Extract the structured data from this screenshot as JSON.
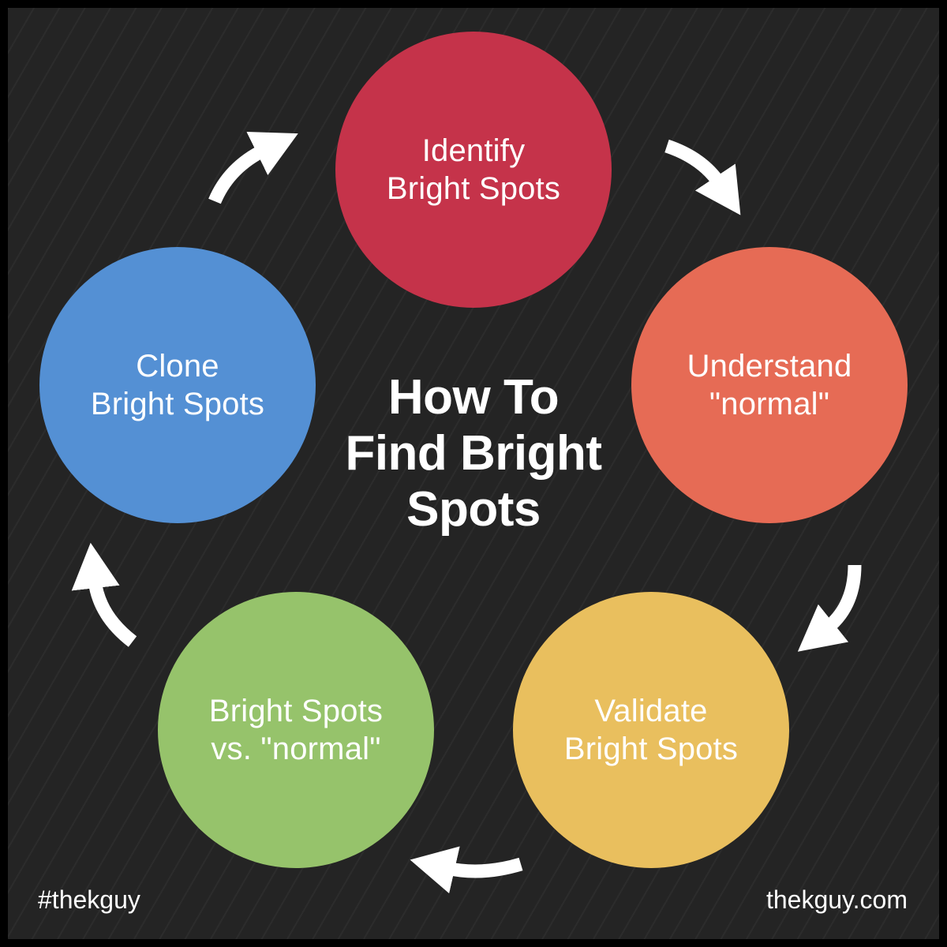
{
  "title": "How To\nFind Bright\nSpots",
  "steps": [
    {
      "label": "Identify\nBright Spots",
      "color": "#c5334a"
    },
    {
      "label": "Understand\n\"normal\"",
      "color": "#e66b55"
    },
    {
      "label": "Validate\nBright Spots",
      "color": "#e9bf5e"
    },
    {
      "label": "Bright Spots\nvs. \"normal\"",
      "color": "#96c36b"
    },
    {
      "label": "Clone\nBright Spots",
      "color": "#5490d4"
    }
  ],
  "footer": {
    "hashtag": "#thekguy",
    "website": "thekguy.com"
  },
  "colors": {
    "background": "#242424",
    "text": "#ffffff",
    "arrow": "#ffffff"
  },
  "icons": [
    "curved-arrow-icon"
  ]
}
